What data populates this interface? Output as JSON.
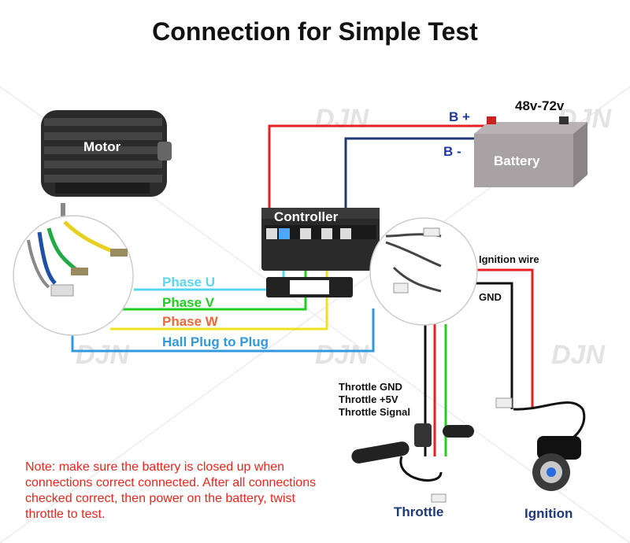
{
  "title": "Connection for Simple Test",
  "watermark": "DJN",
  "motor": {
    "label": "Motor"
  },
  "controller": {
    "label": "Controller"
  },
  "battery": {
    "label": "Battery",
    "voltage": "48v-72v",
    "pos_label": "B +",
    "neg_label": "B -"
  },
  "phase_labels": {
    "u": "Phase U",
    "v": "Phase V",
    "w": "Phase W",
    "hall": "Hall Plug to Plug"
  },
  "ignition_wire_label": "Ignition wire",
  "gnd_label": "GND",
  "throttle_wires": {
    "gnd": "Throttle GND",
    "plus5v": "Throttle +5V",
    "signal": "Throttle Signal"
  },
  "throttle_label": "Throttle",
  "ignition_label": "Ignition",
  "note": "Note: make sure the battery is closed up when connections correct connected. After all connections checked correct, then power on the battery, twist throttle to test.",
  "colors": {
    "phase_u": "#5ad6f0",
    "phase_v": "#22cc22",
    "phase_w": "#f0e020",
    "hall": "#3399dd",
    "positive": "#e82020",
    "negative": "#1f3a78",
    "throttle_signal": "#22cc22",
    "gnd": "#111111",
    "note": "#e8261c",
    "pos_label": "#1f3a9e",
    "neg_label": "#1f3a9e",
    "phase_w_text": "#e86a3a"
  }
}
